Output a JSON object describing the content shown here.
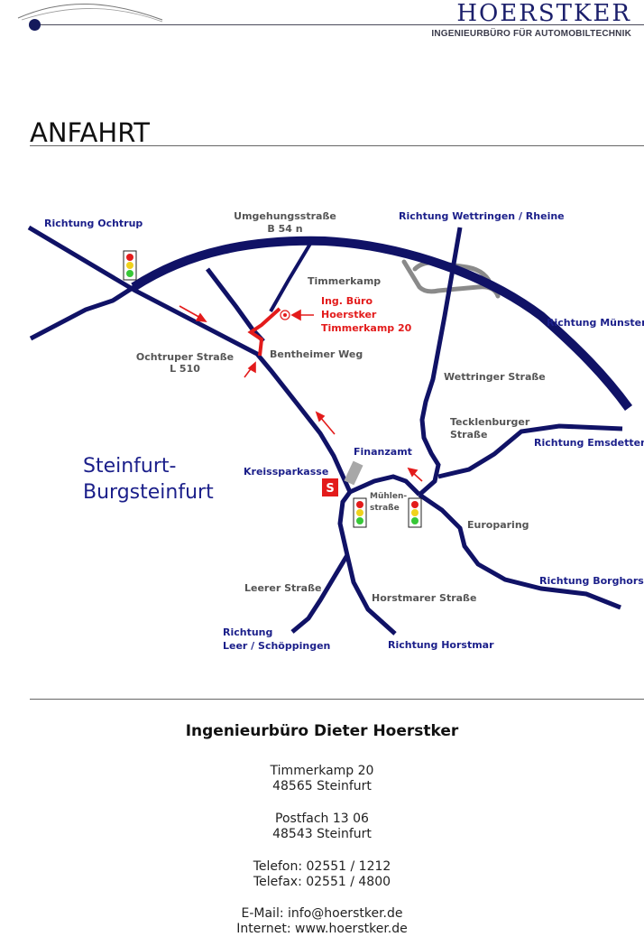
{
  "header": {
    "logo_text": "HOERSTKER",
    "tagline": "INGENIEURBÜRO FÜR AUTOMOBILTECHNIK"
  },
  "section_title": "ANFAHRT",
  "map": {
    "town_line1": "Steinfurt-",
    "town_line2": "Burgsteinfurt",
    "labels": {
      "richtung_ochtrup": "Richtung Ochtrup",
      "umgehung_1": "Umgehungsstraße",
      "umgehung_2": "B 54 n",
      "richtung_wettringen": "Richtung  Wettringen / Rheine",
      "timmerkamp": "Timmerkamp",
      "ing_buero_1": "Ing. Büro",
      "ing_buero_2": "Hoerstker",
      "ing_buero_3": "Timmerkamp 20",
      "richtung_muenster": "Richtung Münster",
      "ochtruper_1": "Ochtruper Straße",
      "ochtruper_2": "L 510",
      "bentheimer": "Bentheimer Weg",
      "wettringer": "Wettringer Straße",
      "tecklenburger_1": "Tecklenburger",
      "tecklenburger_2": "Straße",
      "richtung_emsdetten": "Richtung Emsdetten",
      "finanzamt": "Finanzamt",
      "kreissparkasse": "Kreissparkasse",
      "muehlen_1": "Mühlen-",
      "muehlen_2": "straße",
      "europaring": "Europaring",
      "richtung_borghorst": "Richtung Borghorst",
      "leerer": "Leerer Straße",
      "horstmarer": "Horstmarer Straße",
      "richtung_leer_1": "Richtung",
      "richtung_leer_2": "Leer / Schöppingen",
      "richtung_horstmar": "Richtung Horstmar"
    },
    "colors": {
      "road": "#101266",
      "direction_text": "#1b1f8a",
      "street_text": "#555555",
      "highlight": "#e31b1b",
      "bypass_grey": "#8a8a8a"
    }
  },
  "contact": {
    "company": "Ingenieurbüro Dieter Hoerstker",
    "street": "Timmerkamp 20",
    "city": "48565 Steinfurt",
    "pobox": "Postfach 13 06",
    "pobox_city": "48543 Steinfurt",
    "phone": "Telefon: 02551 / 1212",
    "fax": "Telefax: 02551 / 4800",
    "email": "E-Mail: info@hoerstker.de",
    "web": "Internet: www.hoerstker.de"
  }
}
